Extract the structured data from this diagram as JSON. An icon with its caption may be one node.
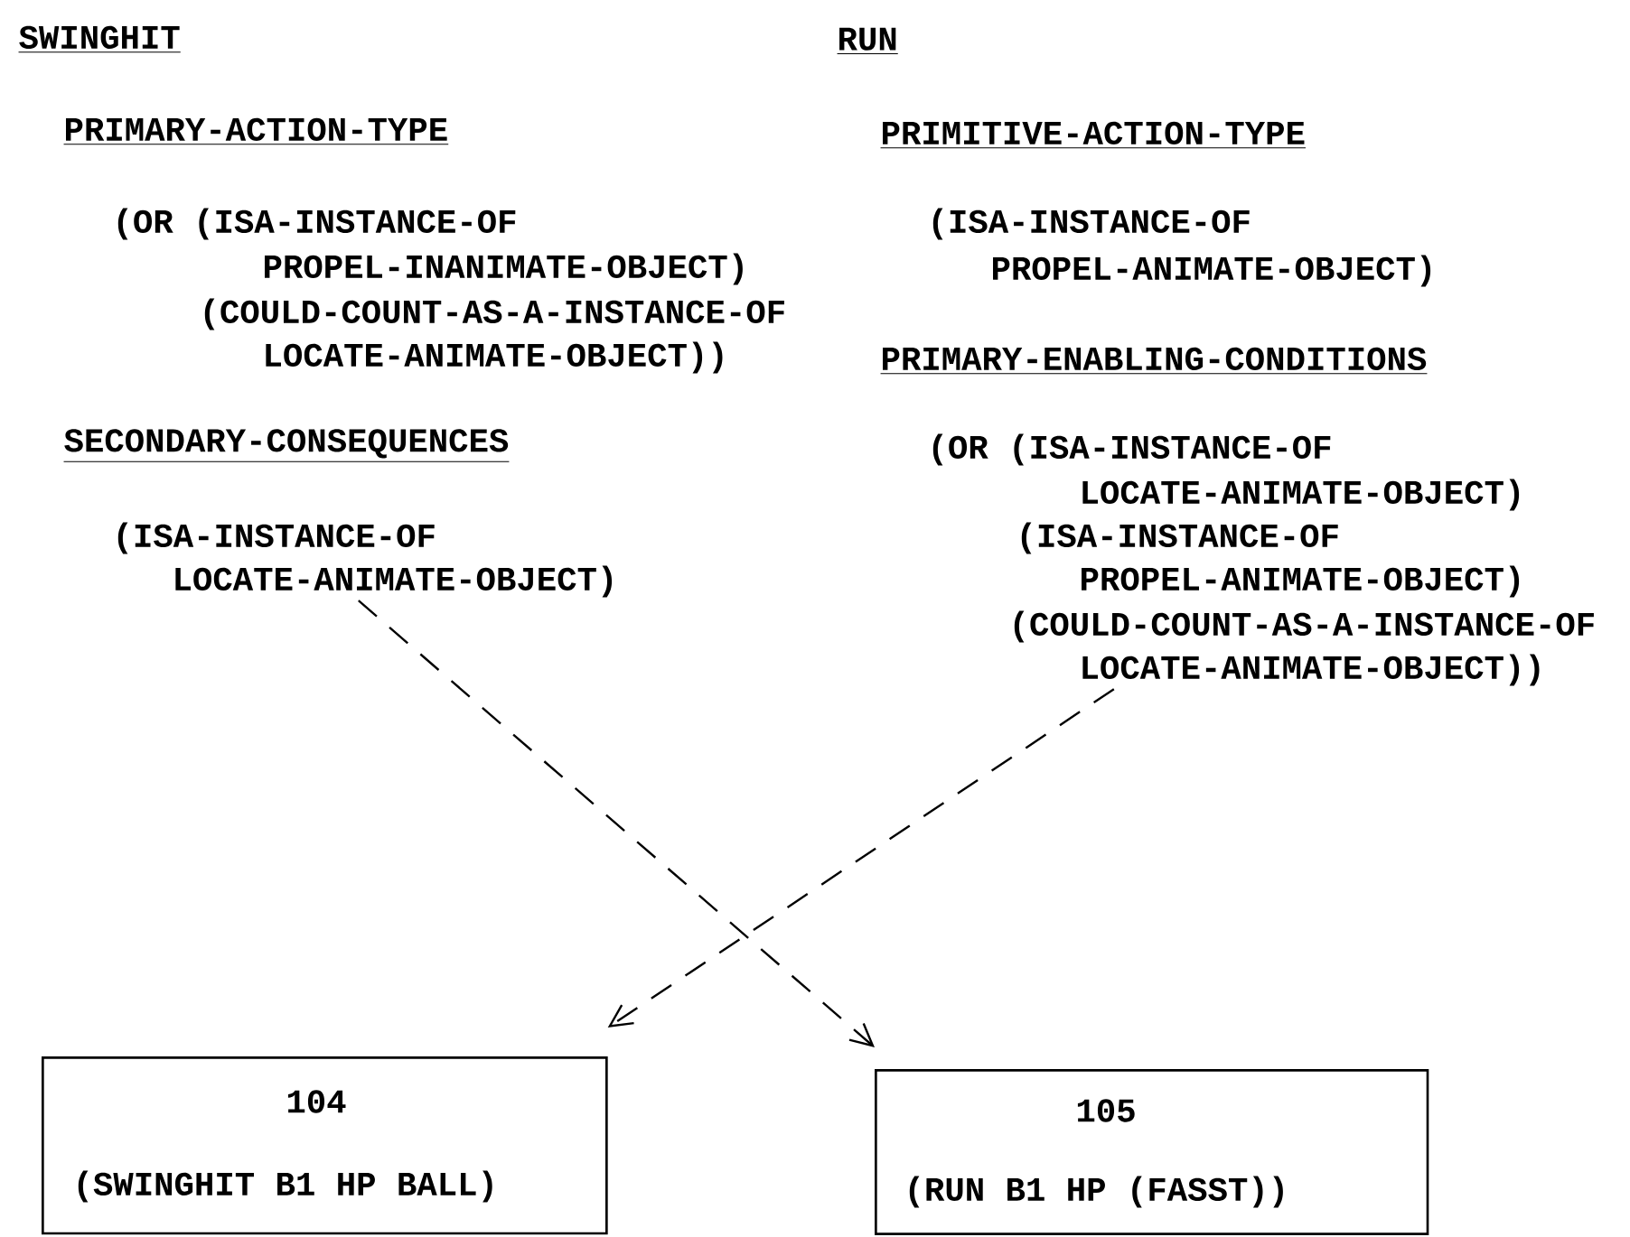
{
  "diagram": {
    "nodes": [
      {
        "text": [
          "(ISA-INSTANCE-OF",
          "LOCATE-ANIMATE-OBJECT)"
        ]
      },
      {
        "text": [
          "(OR (ISA-INSTANCE-OF",
          "LOCATE-ANIMATE-OBJECT)",
          "(ISA-INSTANCE-OF",
          "PROPEL-ANIMATE-OBJECT)",
          "(COULD-COUNT-AS-A-INSTANCE-OF",
          "LOCATE-ANIMATE-OBJECT))"
        ]
      },
      {
        "text": [
          "104",
          "(SWINGHIT B1 HP BALL)"
        ]
      },
      {
        "text": [
          "105",
          "(RUN B1 HP (FASST))"
        ]
      }
    ],
    "edges": [
      {
        "from": 0,
        "to": 3,
        "arrow": "to",
        "style": "dashed"
      },
      {
        "from": 1,
        "to": 2,
        "arrow": "to",
        "style": "dashed"
      }
    ],
    "labels": [
      "SWINGHIT",
      "RUN",
      "PRIMARY-ACTION-TYPE",
      "PRIMITIVE-ACTION-TYPE",
      "(OR (ISA-INSTANCE-OF",
      "(ISA-INSTANCE-OF",
      "PROPEL-INANIMATE-OBJECT)",
      "PROPEL-ANIMATE-OBJECT)",
      "(COULD-COUNT-AS-A-INSTANCE-OF",
      "LOCATE-ANIMATE-OBJECT))",
      "PRIMARY-ENABLING-CONDITIONS",
      "SECONDARY-CONSEQUENCES"
    ]
  }
}
